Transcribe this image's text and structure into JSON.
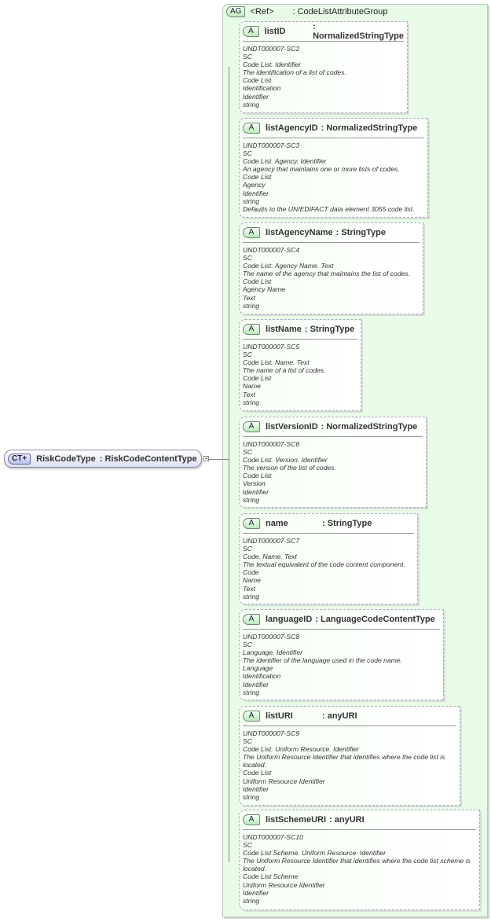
{
  "complex_type": {
    "badge": "CT+",
    "name": "RiskCodeType",
    "type": ": RiskCodeContentType"
  },
  "attribute_group": {
    "badge": "AG",
    "name": "<Ref>",
    "type": ": CodeListAttributeGroup"
  },
  "attributes": [
    {
      "badge": "A",
      "name": "listID",
      "type": ": NormalizedStringType",
      "lines": [
        "UNDT000007-SC2",
        "SC",
        "Code List. Identifier",
        "The identification of a list of codes.",
        "Code List",
        "Identification",
        "Identifier",
        "string"
      ]
    },
    {
      "badge": "A",
      "name": "listAgencyID",
      "type": ": NormalizedStringType",
      "lines": [
        "UNDT000007-SC3",
        "SC",
        "Code List. Agency. Identifier",
        "An agency that maintains one or more lists of codes.",
        "Code List",
        "Agency",
        "Identifier",
        "string",
        "Defaults to the UN/EDIFACT data element 3055 code list."
      ]
    },
    {
      "badge": "A",
      "name": "listAgencyName",
      "type": ": StringType",
      "lines": [
        "UNDT000007-SC4",
        "SC",
        "Code List. Agency Name. Text",
        "The name of the agency that maintains the list of codes.",
        "Code List",
        "Agency Name",
        "Text",
        "string"
      ]
    },
    {
      "badge": "A",
      "name": "listName",
      "type": ": StringType",
      "lines": [
        "UNDT000007-SC5",
        "SC",
        "Code List. Name. Text",
        "The name of a list of codes.",
        "Code List",
        "Name",
        "Text",
        "string"
      ]
    },
    {
      "badge": "A",
      "name": "listVersionID",
      "type": ": NormalizedStringType",
      "lines": [
        "UNDT000007-SC6",
        "SC",
        "Code List. Version. Identifier",
        "The version of the list of codes.",
        "Code List",
        "Version",
        "Identifier",
        "string"
      ]
    },
    {
      "badge": "A",
      "name": "name",
      "type": ": StringType",
      "lines": [
        "UNDT000007-SC7",
        "SC",
        "Code. Name. Text",
        "The textual equivalent of the code content component.",
        "Code",
        "Name",
        "Text",
        "string"
      ]
    },
    {
      "badge": "A",
      "name": "languageID",
      "type": ": LanguageCodeContentType",
      "lines": [
        "UNDT000007-SC8",
        "SC",
        "Language. Identifier",
        "The identifier of the language used in the code name.",
        "Language",
        "Identification",
        "Identifier",
        "string"
      ]
    },
    {
      "badge": "A",
      "name": "listURI",
      "type": ": anyURI",
      "lines": [
        "UNDT000007-SC9",
        "SC",
        "Code List. Uniform Resource. Identifier",
        "The Uniform Resource Identifier that identifies where the code list is located.",
        "Code List",
        "Uniform Resource Identifier",
        "Identifier",
        "string"
      ]
    },
    {
      "badge": "A",
      "name": "listSchemeURI",
      "type": ": anyURI",
      "lines": [
        "UNDT000007-SC10",
        "SC",
        "Code List Scheme. Uniform Resource. Identifier",
        "The Uniform Resource Identifier that identifies where the code list scheme is located.",
        "Code List Scheme",
        "Uniform Resource Identifier",
        "Identifier",
        "string"
      ]
    }
  ]
}
